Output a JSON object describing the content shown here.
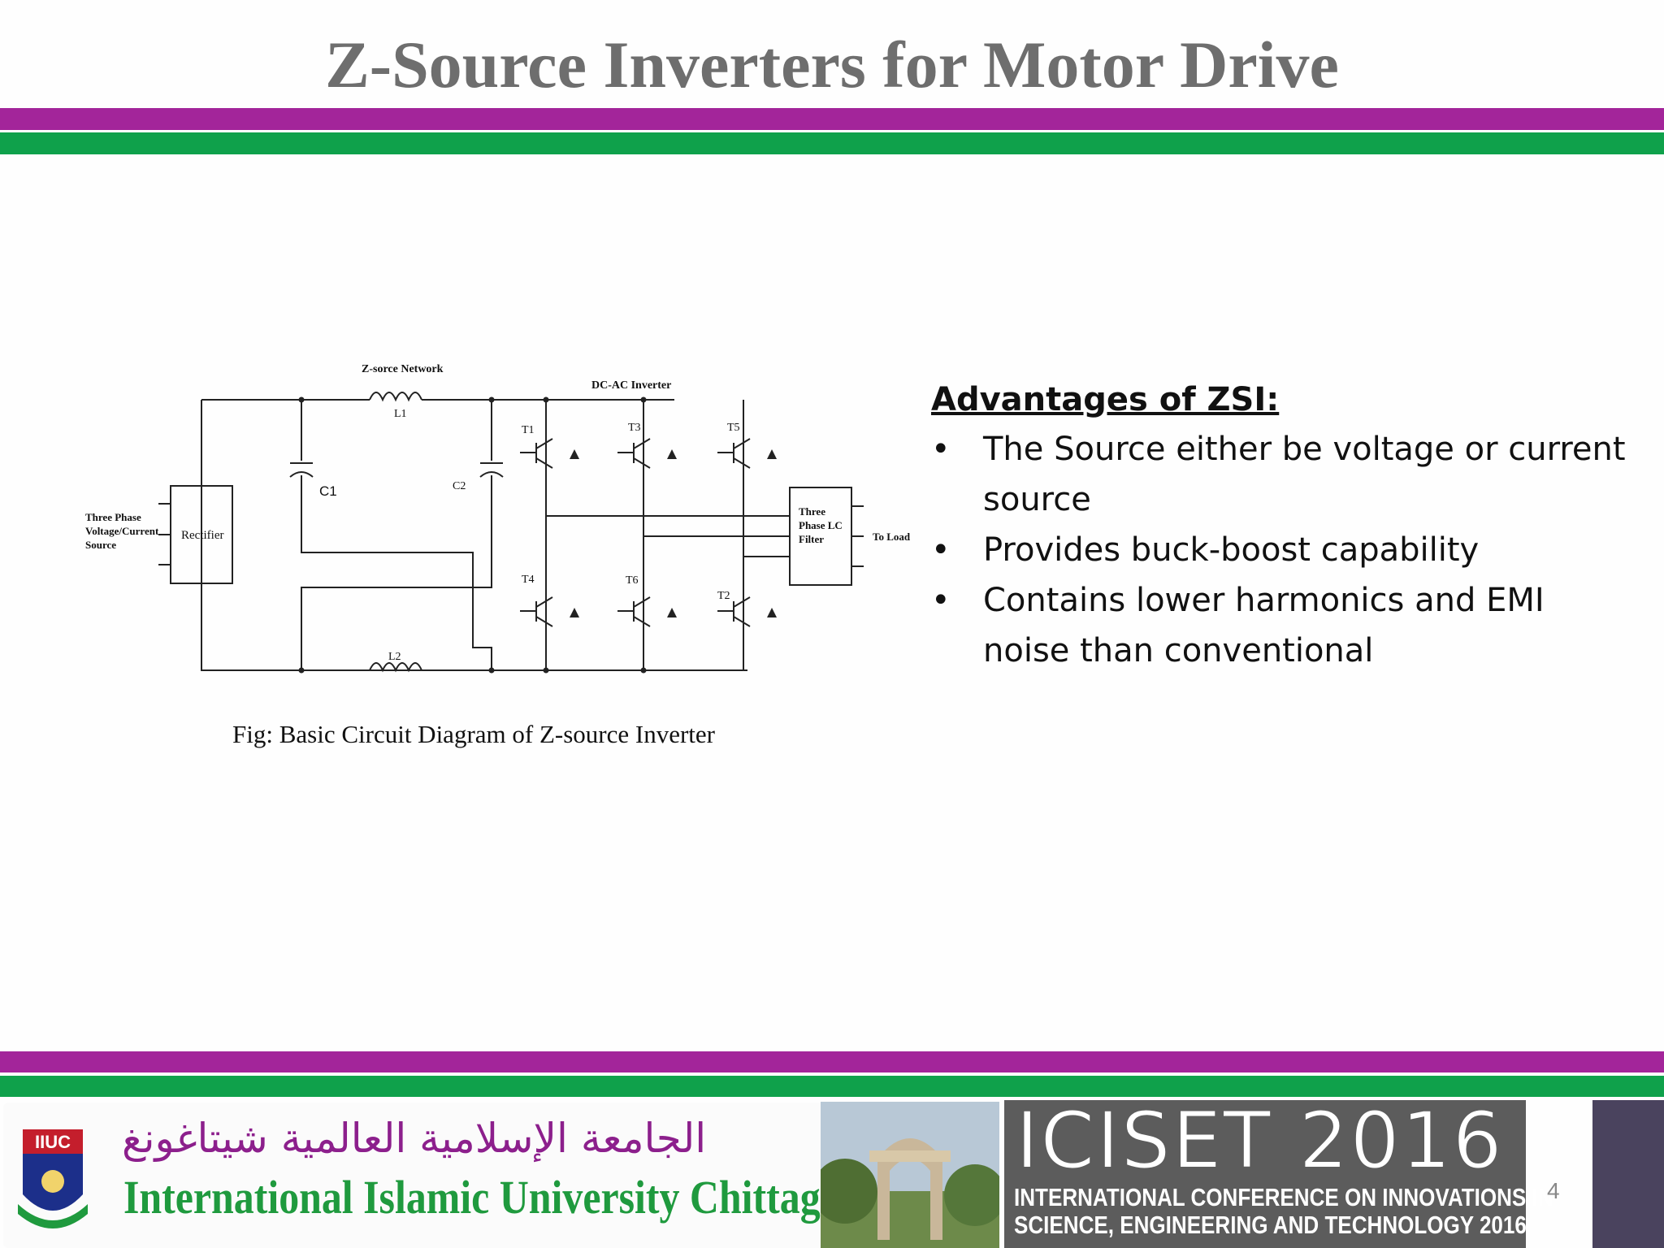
{
  "slide": {
    "title": "Z-Source Inverters for Motor Drive",
    "page_number": "4"
  },
  "colors": {
    "purple_band": "#a3259a",
    "green_band": "#0fa14b",
    "title_gray": "#6e6e6e"
  },
  "figure": {
    "caption": "Fig: Basic Circuit Diagram of Z-source Inverter",
    "labels": {
      "zsource_network": "Z-sorce Network",
      "dcac_inverter": "DC-AC Inverter",
      "l1": "L1",
      "l2": "L2",
      "c1": "C1",
      "c2": "C2",
      "t1": "T1",
      "t3": "T3",
      "t5": "T5",
      "t4": "T4",
      "t6": "T6",
      "t2": "T2",
      "source_line1": "Three Phase",
      "source_line2": "Voltage/Current",
      "source_line3": "Source",
      "rectifier": "Rectifier",
      "filter_line1": "Three",
      "filter_line2": "Phase LC",
      "filter_line3": "Filter",
      "to_load": "To Load"
    }
  },
  "advantages": {
    "heading": "Advantages of ZSI:",
    "bullet_symbol": "•",
    "items": [
      "The Source either be voltage or current source",
      "Provides buck-boost capability",
      "Contains lower harmonics and EMI noise than conventional"
    ]
  },
  "footer": {
    "iiuc_logo_text": "IIUC",
    "arabic_name": "الجامعة الإسلامية العالمية شيتاغونغ",
    "university_name": "International Islamic University Chittagong",
    "iciset_title": "ICISET 2016",
    "iciset_line1": "INTERNATIONAL CONFERENCE ON INNOVATIONS IN",
    "iciset_line2": "SCIENCE, ENGINEERING AND TECHNOLOGY 2016"
  }
}
